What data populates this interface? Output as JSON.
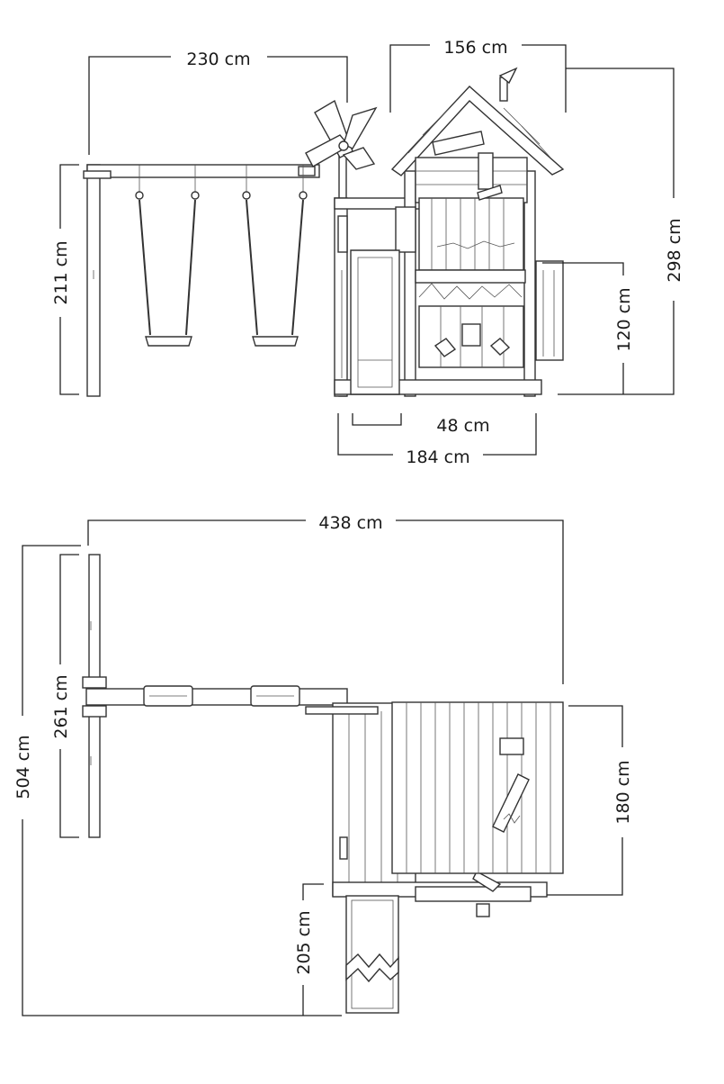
{
  "dimensions": {
    "side_view": {
      "swing_width": "230 cm",
      "house_width": "156 cm",
      "swing_height": "211 cm",
      "total_height": "298 cm",
      "platform_height": "120 cm",
      "slide_width": "48 cm",
      "base_width": "184 cm"
    },
    "top_view": {
      "total_length": "438 cm",
      "total_depth": "504 cm",
      "swing_leg_span": "261 cm",
      "house_depth": "180 cm",
      "slide_length": "205 cm"
    }
  }
}
